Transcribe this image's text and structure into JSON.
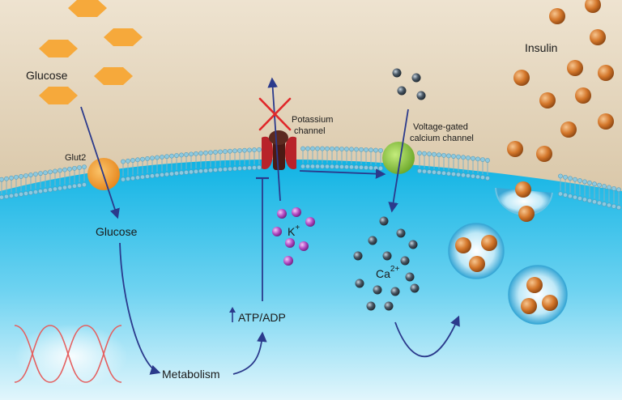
{
  "labels": {
    "glucose_outside": "Glucose",
    "glut2": "Glut2",
    "glucose_inside": "Glucose",
    "metabolism": "Metabolism",
    "atp_adp": "ATP/ADP",
    "potassium_channel_line1": "Potassium",
    "potassium_channel_line2": "channel",
    "potassium_ion": "K",
    "potassium_charge": "+",
    "calcium_channel_line1": "Voltage-gated",
    "calcium_channel_line2": "calcium channel",
    "calcium_ion": "Ca",
    "calcium_charge": "2+",
    "insulin": "Insulin"
  },
  "colors": {
    "extracellular_top": "#e9dcc6",
    "extracellular_bottom": "#c7b089",
    "cytoplasm_top": "#16b8e6",
    "cytoplasm_bottom": "#d6f2fb",
    "membrane_head": "#7fc4dc",
    "glucose": "#f6a93b",
    "glut2": "#f39a2a",
    "potassium_channel": "#c8282a",
    "calcium_channel": "#8cc63f",
    "insulin_granule": "#d47a2e",
    "potassium_ion": "#b54fc6",
    "calcium_ion": "#3d4a55",
    "arrow": "#2b3a8c",
    "block_cross": "#e0282a",
    "dna": "#e46060"
  },
  "icons": {
    "atp_increase": "up-arrow-icon",
    "channel_blocked": "cross-icon"
  }
}
